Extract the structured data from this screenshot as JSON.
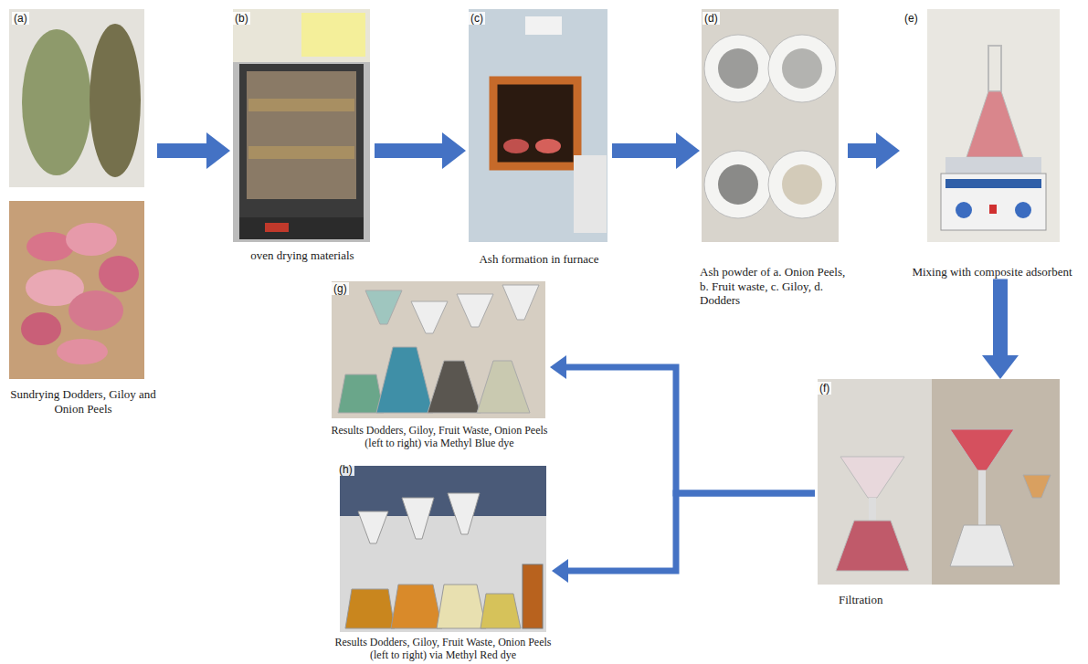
{
  "diagram": {
    "nodes": [
      {
        "text": [
          "(a)",
          "Sundrying Dodders, Giloy and Onion Peels"
        ]
      },
      {
        "text": [
          "(b)",
          "oven drying materials"
        ]
      },
      {
        "text": [
          "(c)",
          "Ash formation in furnace"
        ]
      },
      {
        "text": [
          "(d)",
          "Ash powder of a. Onion Peels, b. Fruit waste, c. Giloy, d. Dodders"
        ]
      },
      {
        "text": [
          "(e)",
          "Mixing with composite adsorbent"
        ]
      },
      {
        "text": [
          "(f)",
          "Filtration"
        ]
      },
      {
        "text": [
          "(g)",
          "Results Dodders, Giloy, Fruit Waste, Onion Peels (left to right) via Methyl Blue dye"
        ]
      },
      {
        "text": [
          "(h)",
          "Results Dodders, Giloy, Fruit Waste, Onion Peels (left to right) via Methyl Red dye"
        ]
      }
    ],
    "edges": [
      {
        "from": 0,
        "to": 1,
        "arrow": "to"
      },
      {
        "from": 1,
        "to": 2,
        "arrow": "to"
      },
      {
        "from": 2,
        "to": 3,
        "arrow": "to"
      },
      {
        "from": 3,
        "to": 4,
        "arrow": "to"
      },
      {
        "from": 4,
        "to": 5,
        "arrow": "to"
      },
      {
        "from": 5,
        "to": 6,
        "arrow": "to"
      },
      {
        "from": 5,
        "to": 7,
        "arrow": "to"
      }
    ]
  }
}
